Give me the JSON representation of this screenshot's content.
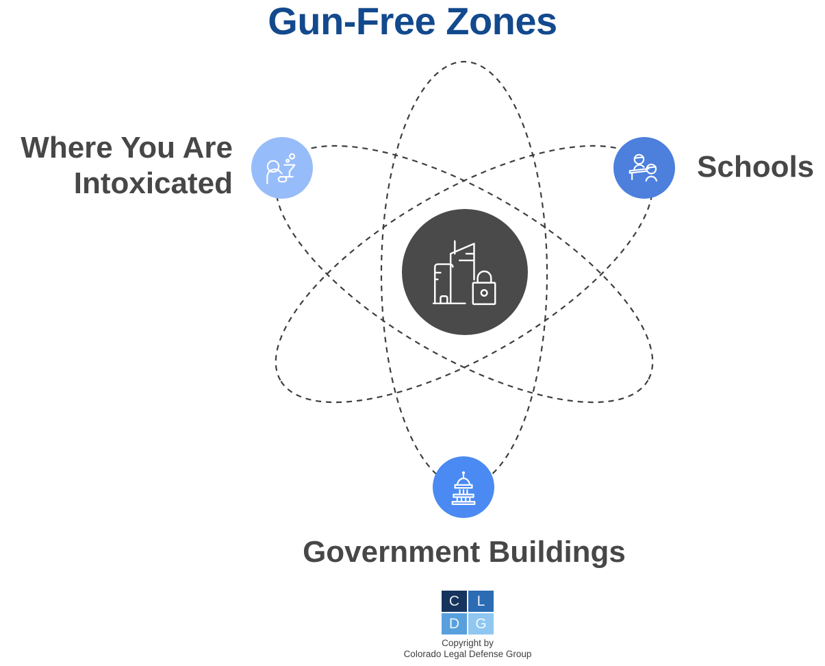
{
  "title": {
    "text": "Gun-Free Zones",
    "color": "#13498d"
  },
  "label_color": "#474747",
  "diagram": {
    "center": {
      "icon": "city-buildings-lock-icon",
      "color": "#4a4a4a"
    },
    "orbit_stroke_color": "#3d3d3d"
  },
  "nodes": [
    {
      "id": "intoxicated",
      "label": "Where You Are Intoxicated",
      "label_lines": [
        "Where You Are",
        "Intoxicated"
      ],
      "icon": "person-cocktail-icon",
      "color": "#97bcfa"
    },
    {
      "id": "schools",
      "label": "Schools",
      "icon": "students-at-desk-icon",
      "color": "#4d7fdc"
    },
    {
      "id": "government",
      "label": "Government Buildings",
      "icon": "capitol-building-icon",
      "color": "#4b8af2"
    }
  ],
  "footer": {
    "logo": {
      "letters": [
        "C",
        "L",
        "D",
        "G"
      ],
      "colors": [
        "#17345f",
        "#2b6cb4",
        "#58a0dd",
        "#8fc7f0"
      ]
    },
    "copyright_line1": "Copyright by",
    "copyright_line2": "Colorado Legal Defense Group"
  }
}
